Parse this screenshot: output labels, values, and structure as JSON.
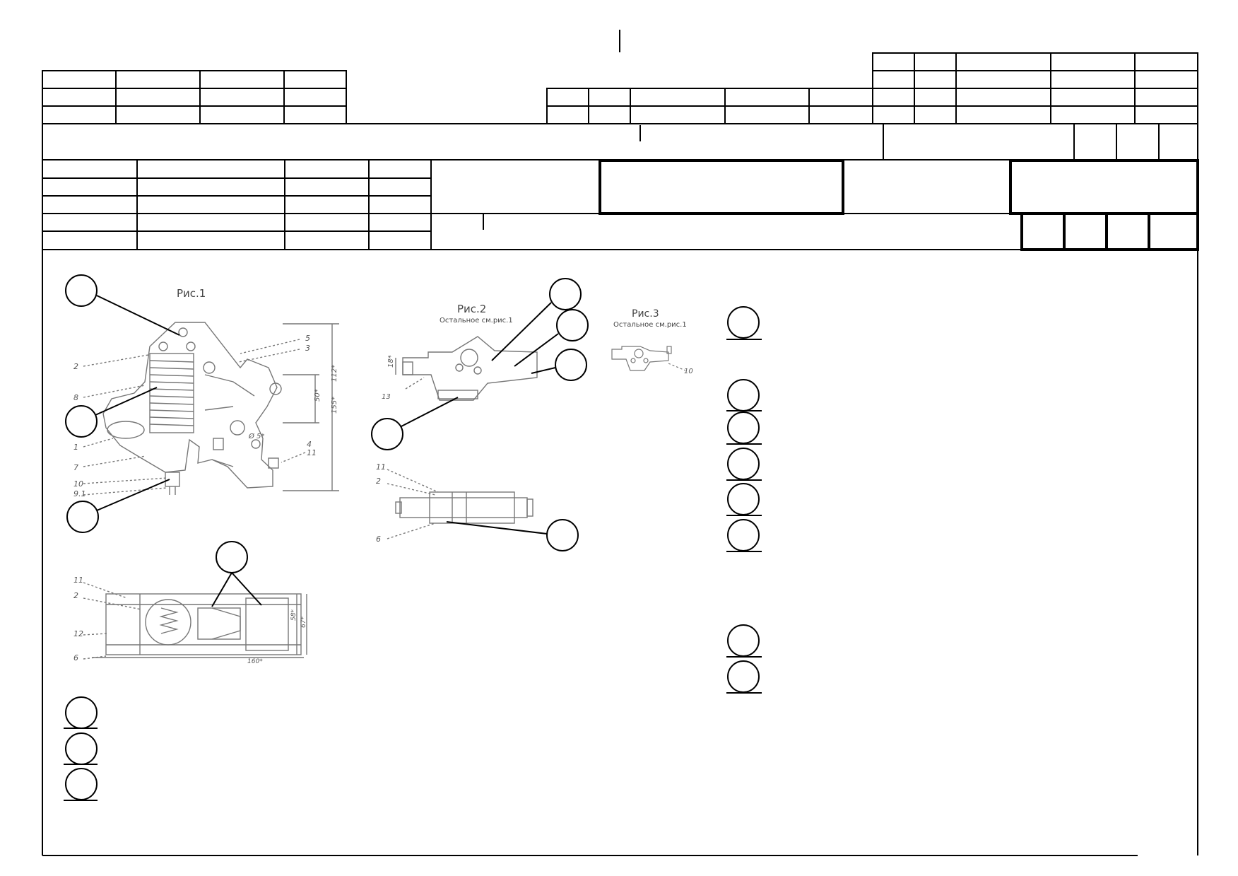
{
  "figures": {
    "fig1": {
      "title": "Рис.1"
    },
    "fig2": {
      "title": "Рис.2",
      "subtitle": "Остальное см.рис.1"
    },
    "fig3": {
      "title": "Рис.3",
      "subtitle": "Остальное см.рис.1"
    }
  },
  "part_labels": {
    "fig1": [
      "5",
      "3",
      "2",
      "8",
      "1",
      "7",
      "10",
      "9.1",
      "4",
      "11"
    ],
    "fig1_dims": [
      "112*",
      "50*",
      "155*",
      "Ø 5*"
    ],
    "fig2": [
      "18*",
      "13"
    ],
    "fig2_plan": [
      "11",
      "2",
      "6"
    ],
    "fig3": [
      "10"
    ],
    "fig1_plan": [
      "11",
      "2",
      "12",
      "6",
      "58*",
      "67*",
      "160*"
    ]
  }
}
